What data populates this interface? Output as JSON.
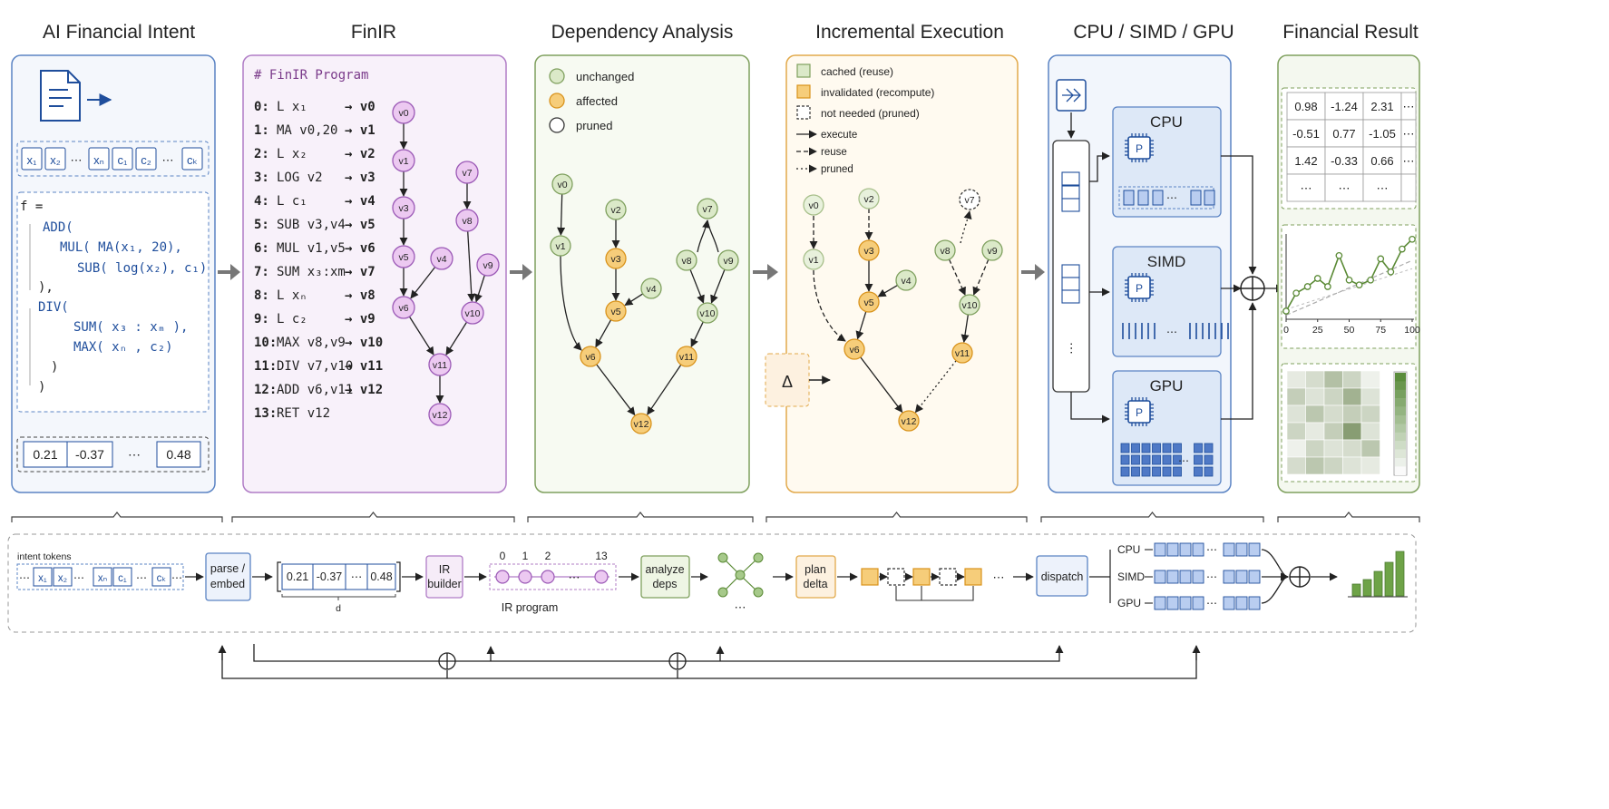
{
  "titles": {
    "intent": "AI Financial Intent",
    "finir": "FinIR",
    "dependency": "Dependency Analysis",
    "incremental": "Incremental Execution",
    "hardware": "CPU / SIMD / GPU",
    "result": "Financial Result"
  },
  "intent": {
    "tokens": [
      "x₁",
      "x₂",
      "⋯",
      "xₙ",
      "c₁",
      "c₂",
      "⋯",
      "cₖ"
    ],
    "formula": [
      "f =",
      "ADD(",
      "MUL(  MA(x₁, 20),",
      "SUB( log(x₂),  c₁)",
      "),",
      "DIV(",
      "SUM( x₃  : xₘ ),",
      "MAX( xₙ ,  c₂)",
      ")",
      ")"
    ],
    "embedding": [
      "0.21",
      "-0.37",
      "⋯",
      "0.48"
    ]
  },
  "finir": {
    "header": "# FinIR Program",
    "program": [
      {
        "idx": "0:",
        "instr": "L  x₁",
        "out": "→ v0"
      },
      {
        "idx": "1:",
        "instr": "MA v0,20",
        "out": "→ v1"
      },
      {
        "idx": "2:",
        "instr": "L  x₂",
        "out": "→ v2"
      },
      {
        "idx": "3:",
        "instr": "LOG v2",
        "out": "→ v3"
      },
      {
        "idx": "4:",
        "instr": "L  c₁",
        "out": "→ v4"
      },
      {
        "idx": "5:",
        "instr": "SUB v3,v4",
        "out": "→ v5"
      },
      {
        "idx": "6:",
        "instr": "MUL v1,v5",
        "out": "→ v6"
      },
      {
        "idx": "7:",
        "instr": "SUM x₃:xm",
        "out": "→ v7"
      },
      {
        "idx": "8:",
        "instr": "L  xₙ",
        "out": "→ v8"
      },
      {
        "idx": "9:",
        "instr": "L  c₂",
        "out": "→ v9"
      },
      {
        "idx": "10:",
        "instr": "MAX v8,v9",
        "out": "→ v10"
      },
      {
        "idx": "11:",
        "instr": "DIV v7,v10",
        "out": "→ v11"
      },
      {
        "idx": "12:",
        "instr": "ADD v6,v11",
        "out": "→ v12"
      },
      {
        "idx": "13:",
        "instr": "RET v12",
        "out": ""
      }
    ]
  },
  "nodes": [
    "v0",
    "v1",
    "v2",
    "v3",
    "v4",
    "v5",
    "v6",
    "v7",
    "v8",
    "v9",
    "v10",
    "v11",
    "v12"
  ],
  "dependency": {
    "legend": [
      "unchanged",
      "affected",
      "pruned"
    ]
  },
  "incremental": {
    "legend": [
      "cached (reuse)",
      "invalidated (recompute)",
      "not needed (pruned)"
    ],
    "edge_legend": [
      "execute",
      "reuse",
      "pruned"
    ],
    "delta": "Δ"
  },
  "hardware": {
    "units": [
      "CPU",
      "SIMD",
      "GPU"
    ],
    "chip": "P"
  },
  "result": {
    "table": [
      [
        "0.98",
        "-1.24",
        "2.31",
        "⋯"
      ],
      [
        "-0.51",
        "0.77",
        "-1.05",
        "⋯"
      ],
      [
        "1.42",
        "-0.33",
        "0.66",
        "⋯"
      ],
      [
        "⋯",
        "⋯",
        "⋯",
        ""
      ]
    ],
    "x_ticks": [
      "0",
      "25",
      "50",
      "75",
      "100"
    ]
  },
  "chart_data": {
    "type": "line",
    "x": [
      0,
      8,
      17,
      25,
      33,
      42,
      50,
      58,
      67,
      75,
      83,
      92,
      100
    ],
    "series": [
      {
        "values": [
          0.1,
          0.32,
          0.4,
          0.5,
          0.4,
          0.78,
          0.48,
          0.42,
          0.48,
          0.74,
          0.58,
          0.86,
          0.98
        ]
      }
    ],
    "x_ticks": [
      "0",
      "25",
      "50",
      "75",
      "100"
    ],
    "xlim": [
      0,
      100
    ],
    "ylim": [
      0,
      1
    ]
  },
  "pipeline": {
    "intent_label": "intent tokens",
    "tokens": [
      "⋯",
      "x₁",
      "x₂",
      "⋯",
      "xₙ",
      "c₁",
      "⋯",
      "cₖ",
      "⋯"
    ],
    "parse": [
      "parse /",
      "embed"
    ],
    "vector": [
      "0.21",
      "-0.37",
      "⋯",
      "0.48"
    ],
    "vector_dim": "d",
    "ir_builder": [
      "IR",
      "builder"
    ],
    "ir_ticks": [
      "0",
      "1",
      "2",
      "13"
    ],
    "ir_label": "IR program",
    "analyze": [
      "analyze",
      "deps"
    ],
    "plan": [
      "plan",
      "delta"
    ],
    "dispatch": "dispatch",
    "lanes": [
      "CPU",
      "SIMD",
      "GPU"
    ],
    "ellipsis": "⋯"
  },
  "colors": {
    "intent_border": "#5b84c4",
    "finir_border": "#b07cc6",
    "dependency_border": "#7fa05e",
    "incremental_border": "#e2a94a",
    "hardware_border": "#5b84c4",
    "result_border": "#7fa05e",
    "unchanged_fill": "#dbe9c8",
    "affected_fill": "#f6cd7a",
    "ir_node_fill": "#ecc9f1"
  }
}
